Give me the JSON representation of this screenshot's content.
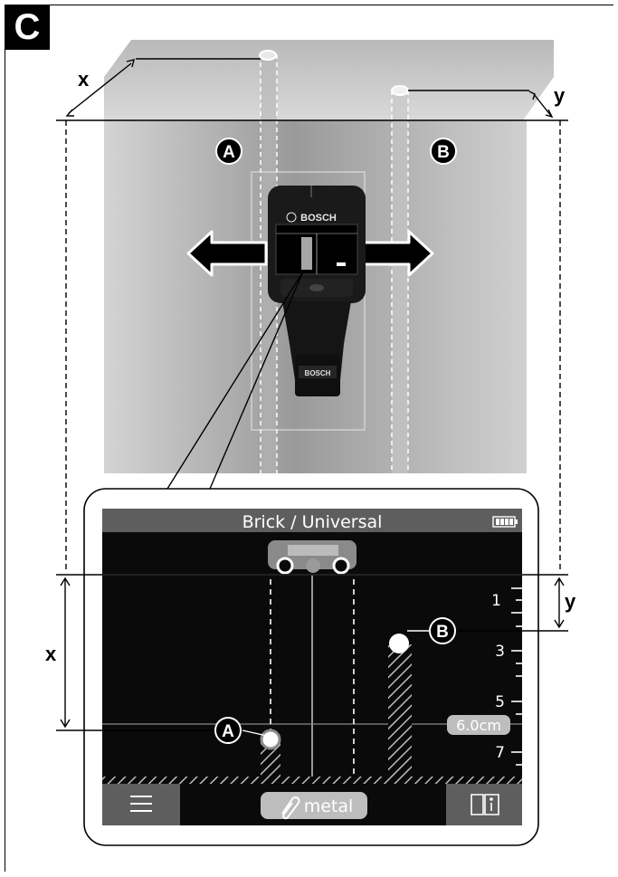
{
  "figure_label": "C",
  "dimension_labels": {
    "x": "x",
    "y": "y"
  },
  "markers": {
    "a": "A",
    "b": "B"
  },
  "device": {
    "brand": "BOSCH"
  },
  "screen": {
    "title": "Brick / Universal",
    "scale_ticks": [
      "1",
      "3",
      "5",
      "7"
    ],
    "depth_readout": "6.0cm",
    "mode_button": "metal",
    "menu_icon": "menu-icon",
    "info_icon": "info-book-icon"
  },
  "colors": {
    "wall_light": "#d6d6d6",
    "wall_mid": "#a8a8a8",
    "screen_black": "#0a0a0a",
    "bar_gray": "#5e5e5e"
  }
}
